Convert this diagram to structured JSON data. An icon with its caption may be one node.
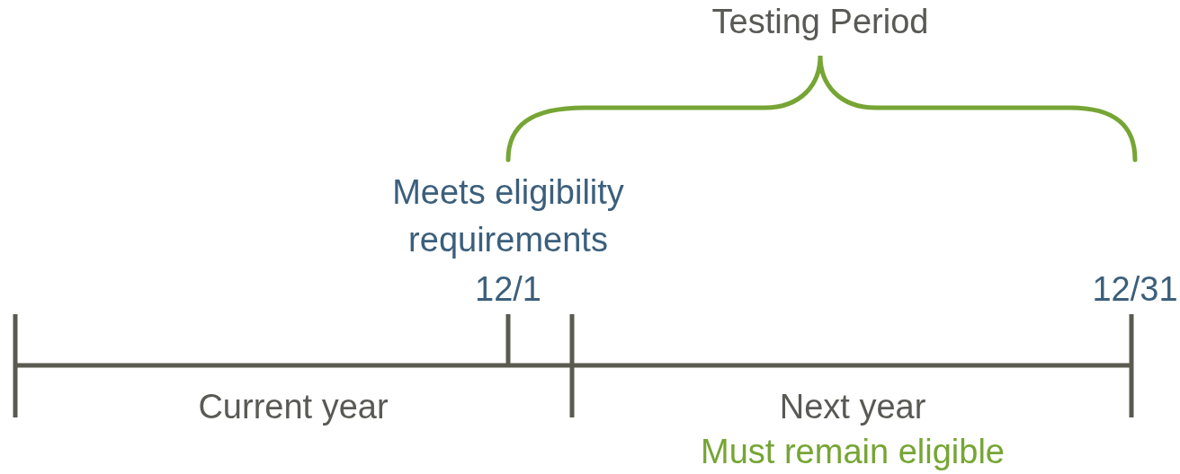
{
  "diagram": {
    "labels": [
      "Testing Period",
      "Meets eligibility requirements",
      "12/1",
      "12/31",
      "Current year",
      "Next year",
      "Must remain eligible"
    ]
  }
}
